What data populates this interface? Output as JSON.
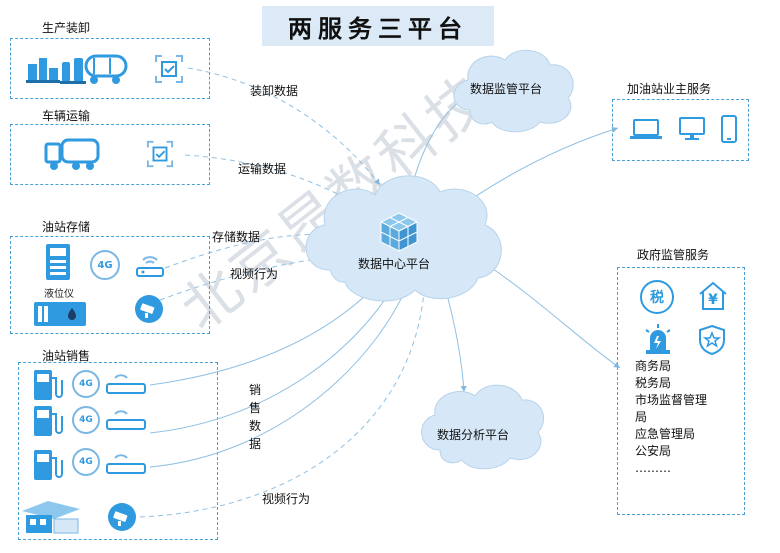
{
  "title": "两服务三平台",
  "sections": {
    "production": "生产装卸",
    "transport": "车辆运输",
    "storage": "油站存储",
    "sales": "油站销售",
    "gas_station_service": "加油站业主服务",
    "gov_service": "政府监管服务"
  },
  "storage_labels": {
    "level_meter": "液位仪"
  },
  "edges": {
    "loading": "装卸数据",
    "transport": "运输数据",
    "storage": "存储数据",
    "video1": "视频行为",
    "sales": [
      "销",
      "售",
      "数",
      "据"
    ],
    "video2": "视频行为"
  },
  "clouds": {
    "monitor": "数据监管平台",
    "center": "数据中心平台",
    "analysis": "数据分析平台"
  },
  "gov_list": [
    "商务局",
    "税务局",
    "市场监督管理",
    "局",
    "应急管理局",
    "公安局",
    "………"
  ],
  "gov_icons": {
    "tax": "税",
    "yuan": "¥"
  },
  "network_badge": "4G",
  "watermark": "北京昂数科技",
  "colors": {
    "accent": "#2f9ae0",
    "border": "#4a9fd4",
    "title_bg": "#dbeaf6",
    "cloud": "#d6e8f7"
  }
}
